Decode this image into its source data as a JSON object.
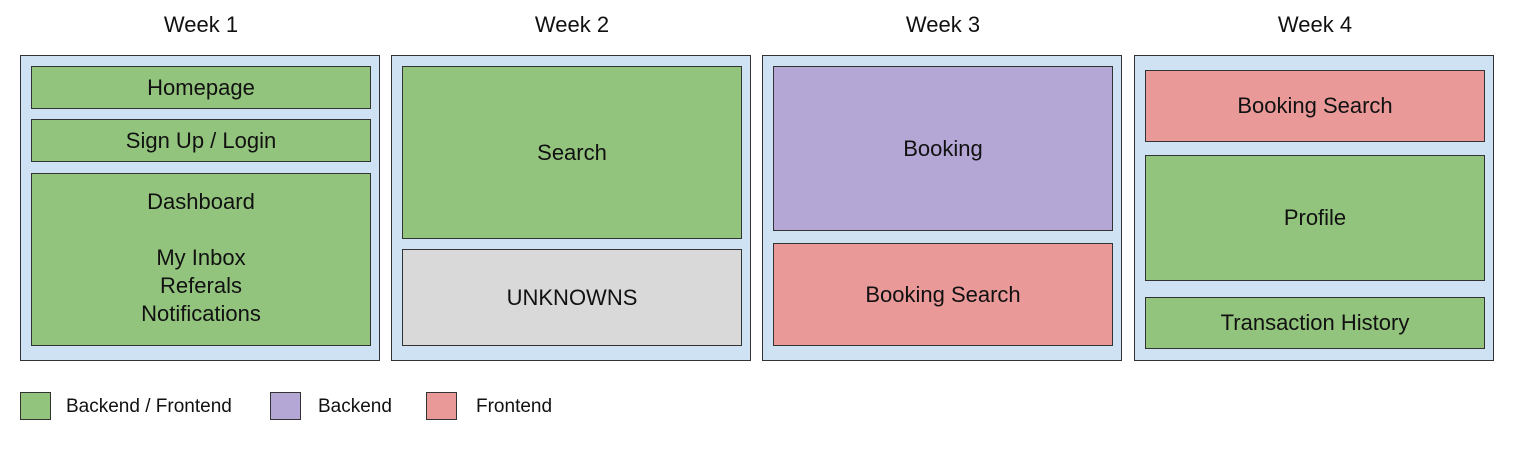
{
  "colors": {
    "backend_frontend": "#93c47d",
    "backend": "#b4a7d6",
    "frontend": "#ea9999",
    "unknown": "#d9d9d9",
    "week_panel": "#cfe2f3"
  },
  "weeks": [
    {
      "title": "Week 1",
      "blocks": [
        {
          "label": "Homepage",
          "category": "Backend / Frontend"
        },
        {
          "label": "Sign Up / Login",
          "category": "Backend / Frontend"
        },
        {
          "label": "Dashboard\n\nMy Inbox\nReferals\nNotifications",
          "category": "Backend / Frontend"
        }
      ]
    },
    {
      "title": "Week 2",
      "blocks": [
        {
          "label": "Search",
          "category": "Backend / Frontend"
        },
        {
          "label": "UNKNOWNS",
          "category": ""
        }
      ]
    },
    {
      "title": "Week 3",
      "blocks": [
        {
          "label": "Booking",
          "category": "Backend"
        },
        {
          "label": "Booking Search",
          "category": "Frontend"
        }
      ]
    },
    {
      "title": "Week 4",
      "blocks": [
        {
          "label": "Booking Search",
          "category": "Frontend"
        },
        {
          "label": "Profile",
          "category": "Backend / Frontend"
        },
        {
          "label": "Transaction History",
          "category": "Backend / Frontend"
        }
      ]
    }
  ],
  "legend": [
    {
      "label": "Backend / Frontend",
      "color": "#93c47d"
    },
    {
      "label": "Backend",
      "color": "#b4a7d6"
    },
    {
      "label": "Frontend",
      "color": "#ea9999"
    }
  ]
}
